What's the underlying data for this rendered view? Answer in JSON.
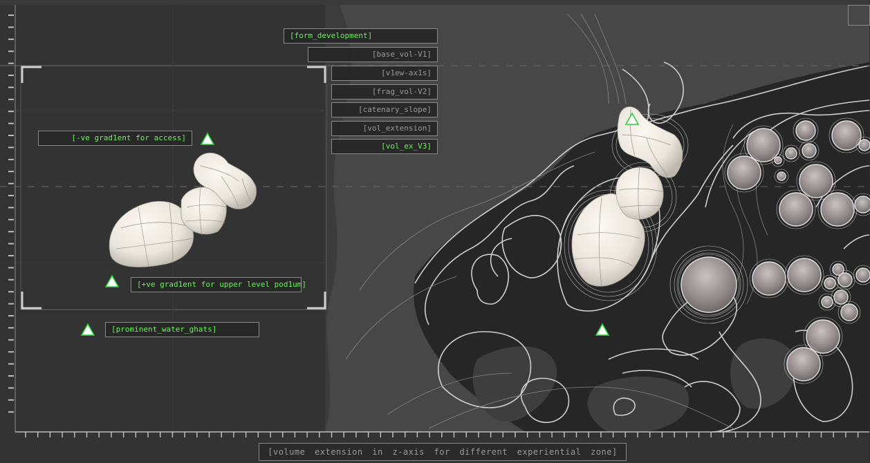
{
  "labels": {
    "form_development": "[form_development]",
    "menu": [
      "[base_vol-V1]",
      "[v1ew-ax1s]",
      "[frag_vol-V2]",
      "[catenary_slope]",
      "[vol_extension]",
      "[vol_ex_V3]"
    ],
    "access": "[-ve grad1ent for access]",
    "podium": "[+ve grad1ent for upper level pod1um]",
    "ghats": "[prominent_water_ghats]"
  },
  "caption": "[volume extension in z-axis for different experiential zone]",
  "colors": {
    "background": "#333333",
    "panel": "#2a2a2a",
    "accent_green": "#6cf25b",
    "muted_text": "#9a9a9a",
    "contour": "#cfcfcf"
  },
  "icons": [
    "triangle-marker-icon",
    "corner-bracket-icon"
  ]
}
